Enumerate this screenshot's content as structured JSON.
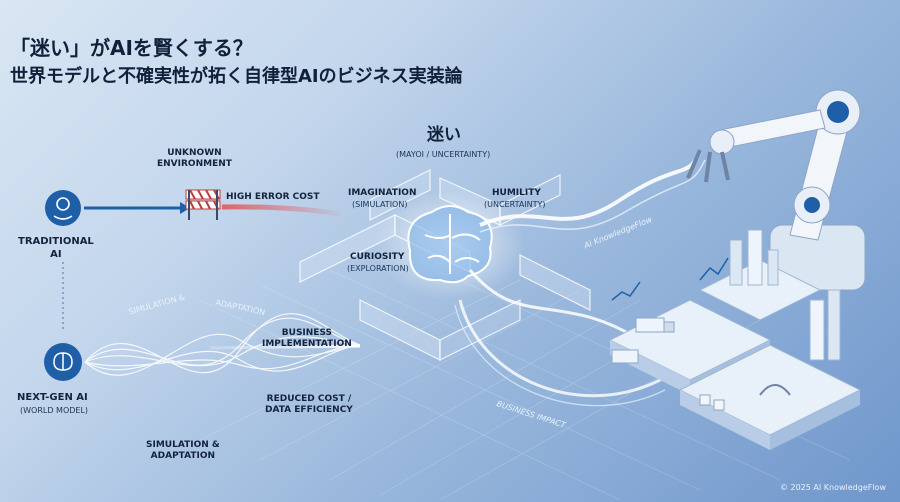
{
  "title": {
    "line1": "「迷い」がAIを賢くする？",
    "line2": "世界モデルと不確実性が拓く自律型AIのビジネス実装論"
  },
  "left": {
    "unknown_env": "UNKNOWN\nENVIRONMENT",
    "high_error": "HIGH ERROR COST",
    "traditional": "TRADITIONAL\nAI",
    "nextgen": "NEXT-GEN AI",
    "nextgen_sub": "(WORLD MODEL)",
    "sim_adapt": "SIMULATION &\nADAPTATION",
    "sim_wave_a": "SIMULATION &",
    "sim_wave_b": "ADAPTATION",
    "business_impl": "BUSINESS\nIMPLEMENTATION",
    "reduced_cost": "REDUCED COST /\nDATA EFFICIENCY"
  },
  "center": {
    "mayoi": "迷い",
    "mayoi_sub": "(MAYOI / UNCERTAINTY)",
    "imagination": "IMAGINATION",
    "imagination_sub": "(SIMULATION)",
    "humility": "HUMILITY",
    "humility_sub": "(UNCERTAINTY)",
    "curiosity": "CURIOSITY",
    "curiosity_sub": "(EXPLORATION)"
  },
  "right": {
    "flow_label": "AI KnowledgeFlow",
    "impact_label": "BUSINESS IMPACT"
  },
  "footer": {
    "copyright": "© 2025 AI KnowledgeFlow"
  },
  "colors": {
    "title": "#10203a",
    "accent": "#1f5fa8",
    "error": "#e05858",
    "glow": "#e6f3ff"
  }
}
